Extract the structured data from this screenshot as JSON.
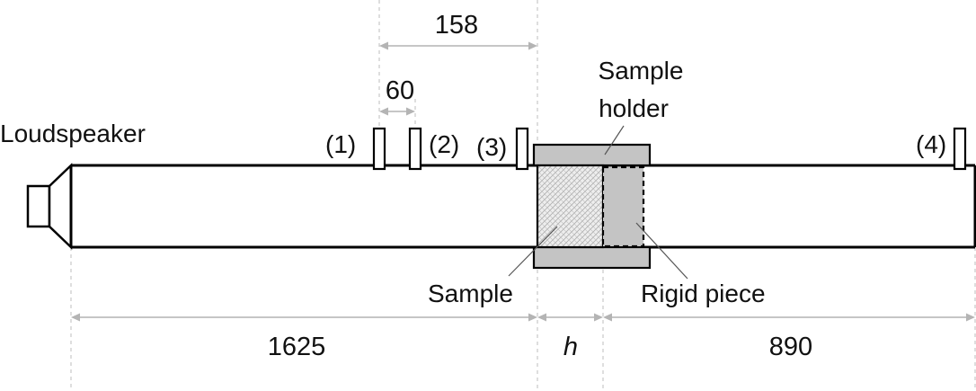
{
  "labels": {
    "loudspeaker": "Loudspeaker",
    "sample_holder_line1": "Sample",
    "sample_holder_line2": "holder",
    "sample": "Sample",
    "rigid_piece": "Rigid piece"
  },
  "microphones": [
    "(1)",
    "(2)",
    "(3)",
    "(4)"
  ],
  "dimensions": {
    "mic_spacing_12": "60",
    "mic1_to_sample": "158",
    "speaker_to_sample": "1625",
    "sample_length": "h",
    "holder_to_end": "890"
  }
}
